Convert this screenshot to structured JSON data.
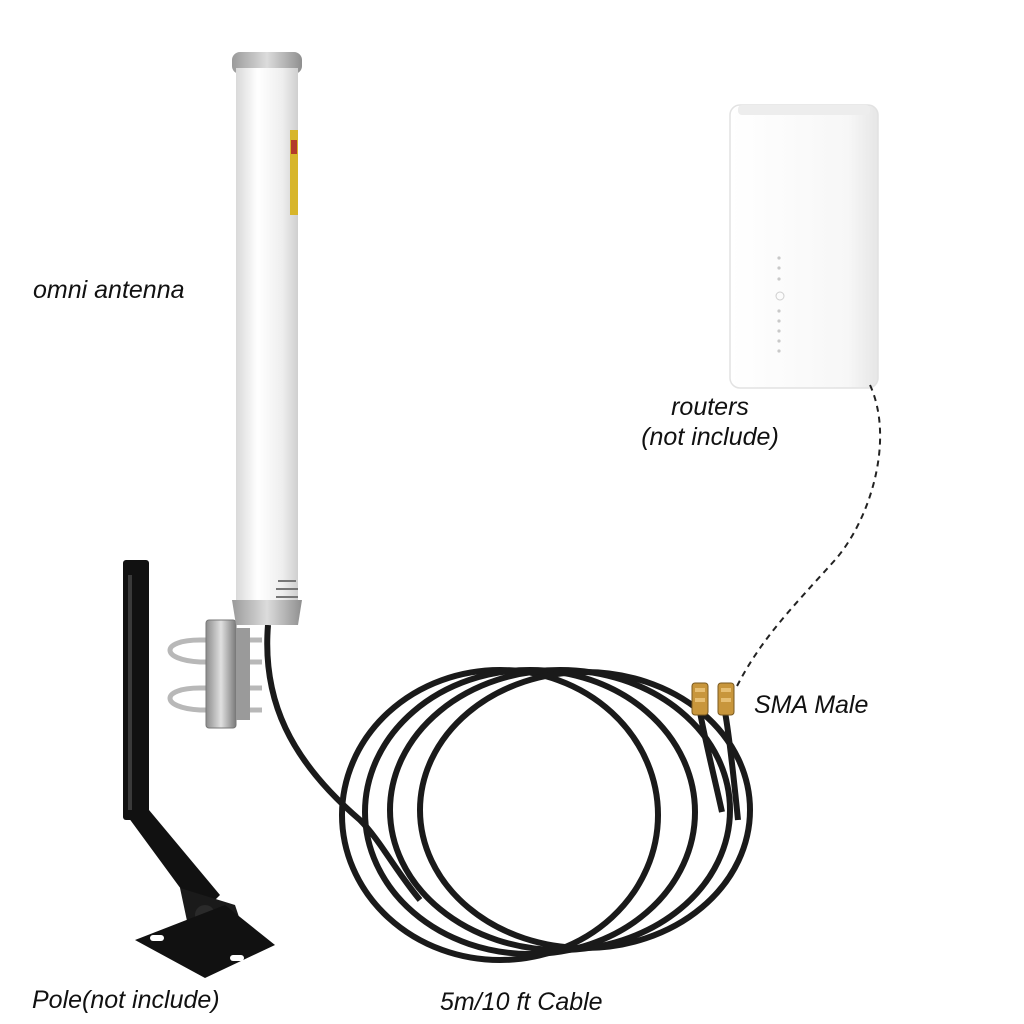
{
  "labels": {
    "antenna": "omni antenna",
    "router_line1": "routers",
    "router_line2": "(not include)",
    "sma": "SMA Male",
    "pole": "Pole(not include)",
    "cable": "5m/10 ft Cable"
  },
  "colors": {
    "background": "#ffffff",
    "antenna_body": "#f2f2f2",
    "cable": "#1a1a1a",
    "connector": "#c8963c",
    "pole": "#111111",
    "router_body": "#fbfbfb",
    "text": "#111111"
  }
}
